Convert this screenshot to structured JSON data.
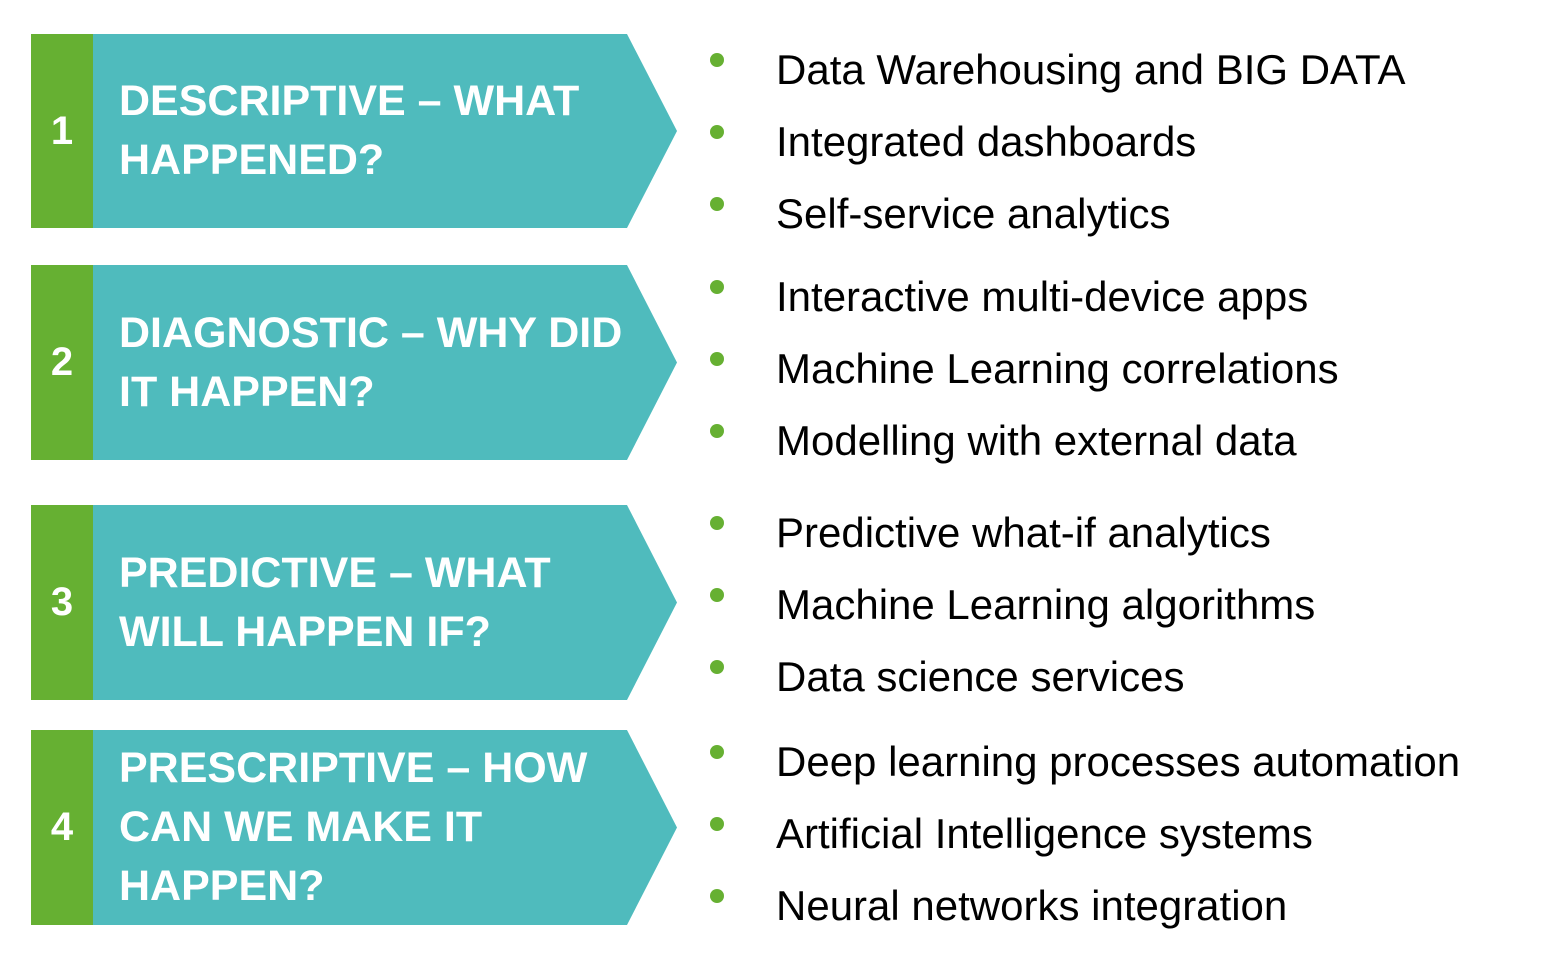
{
  "colors": {
    "chevron": "#4fbbbd",
    "number_block": "#66b032",
    "bullet": "#66b032",
    "heading_text": "#ffffff",
    "bullet_text": "#000000"
  },
  "stages": [
    {
      "number": "1",
      "heading_lines": [
        "DESCRIPTIVE – WHAT",
        "HAPPENED?"
      ],
      "items": [
        "Data Warehousing and BIG DATA",
        "Integrated dashboards",
        "Self-service analytics"
      ]
    },
    {
      "number": "2",
      "heading_lines": [
        "DIAGNOSTIC – WHY DID",
        "IT HAPPEN?"
      ],
      "items": [
        "Interactive multi-device apps",
        "Machine Learning correlations",
        "Modelling with external data"
      ]
    },
    {
      "number": "3",
      "heading_lines": [
        "PREDICTIVE – WHAT",
        "WILL HAPPEN IF?"
      ],
      "items": [
        "Predictive what-if analytics",
        "Machine Learning algorithms",
        "Data science services"
      ]
    },
    {
      "number": "4",
      "heading_lines": [
        "PRESCRIPTIVE – HOW",
        "CAN WE MAKE IT",
        "HAPPEN?"
      ],
      "items": [
        "Deep learning processes automation",
        "Artificial Intelligence systems",
        "Neural networks integration"
      ]
    }
  ]
}
